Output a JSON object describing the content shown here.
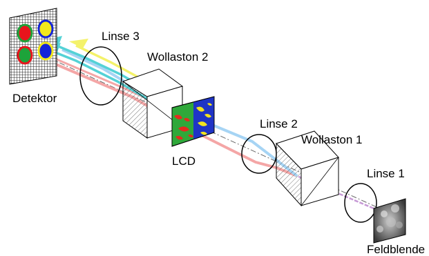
{
  "labels": {
    "detector": "Detektor",
    "lens3": "Linse 3",
    "wollaston2": "Wollaston 2",
    "lcd": "LCD",
    "lens2": "Linse 2",
    "wollaston1": "Wollaston 1",
    "lens1": "Linse 1",
    "field_stop": "Feldblende"
  },
  "colors": {
    "red_beam": "#f4a6a6",
    "blue_beam": "#a6d4f4",
    "yellow_beam": "#f4f26a",
    "cyan_beam": "#54d2d6",
    "purple_beam": "#c79ad6",
    "lcd_green": "#2fa83a",
    "lcd_red": "#e52a1e",
    "lcd_blue": "#1f34c6",
    "lcd_yellow": "#f2e21e",
    "detector_red": "#e8141c",
    "detector_green": "#1da33a",
    "detector_blue": "#1424d8",
    "detector_yellow": "#f2e81c"
  }
}
